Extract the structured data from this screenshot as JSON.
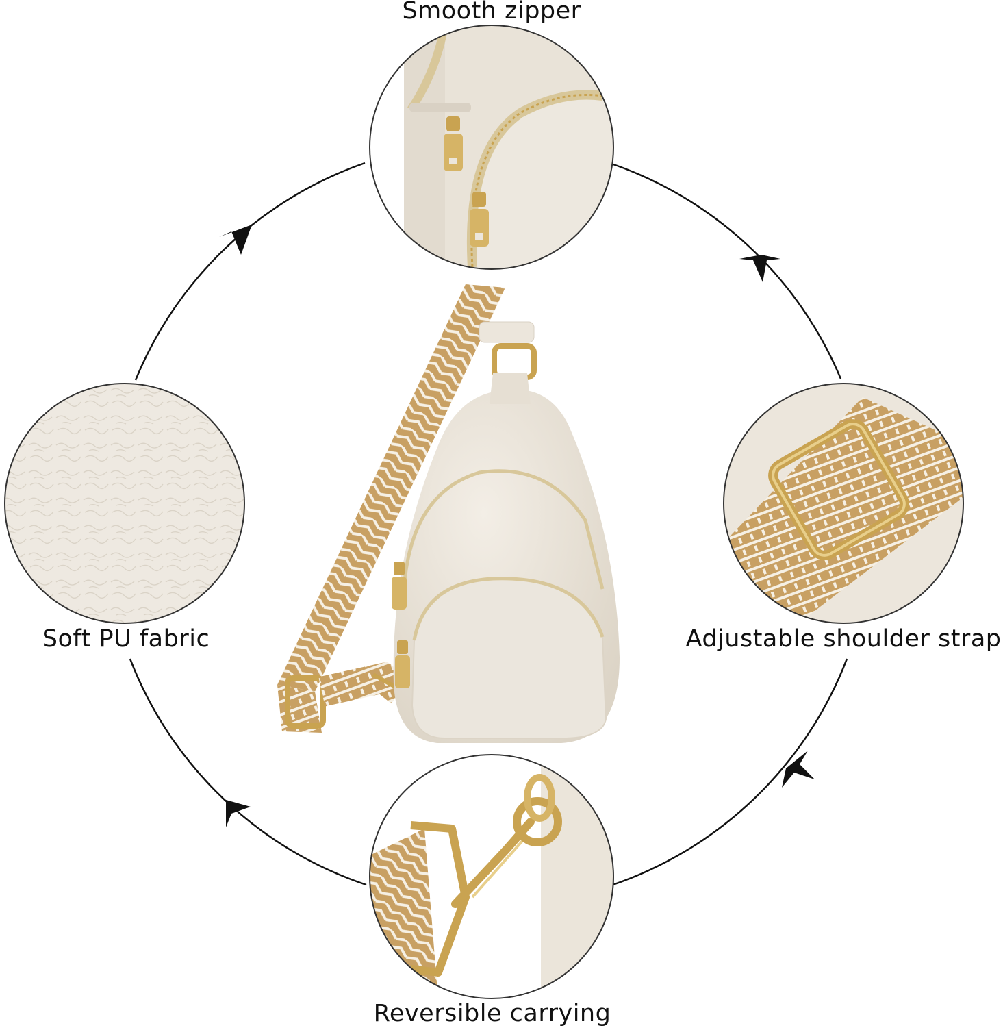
{
  "features": {
    "top": {
      "label": "Smooth zipper",
      "icon": "zipper-detail-image"
    },
    "left": {
      "label": "Soft PU fabric",
      "icon": "leather-texture-image"
    },
    "right": {
      "label": "Adjustable shoulder strap",
      "icon": "strap-buckle-image"
    },
    "bottom": {
      "label": "Reversible carrying",
      "icon": "clasp-hook-image"
    }
  },
  "center": {
    "icon": "sling-bag-image"
  },
  "colors": {
    "leather": "#ece6dc",
    "leather_shadow": "#d9d1c4",
    "gold": "#c9a351",
    "strap_tan": "#c8a063",
    "strap_light": "#f6f0e4",
    "ring_stroke": "#111111",
    "inset_border": "#333333"
  }
}
